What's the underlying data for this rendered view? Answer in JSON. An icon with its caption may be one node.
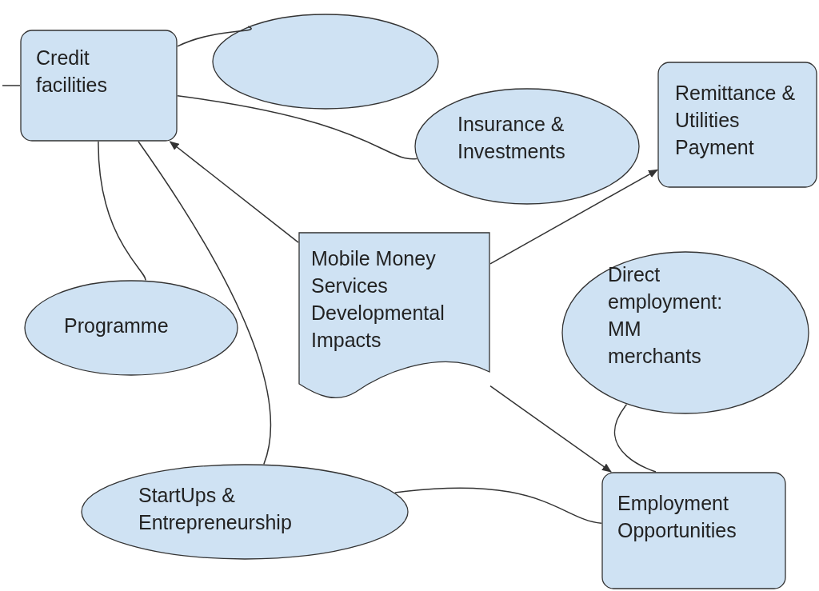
{
  "diagram": {
    "nodes": [
      {
        "text": [
          "Credit facilities"
        ]
      },
      {
        "text": [],
        "shape": "ellipse"
      },
      {
        "text": [
          "Insurance & Investments"
        ]
      },
      {
        "text": [
          "Remittance & Utilities Payment"
        ]
      },
      {
        "text": [
          "Mobile Money Services Developmental Impacts"
        ]
      },
      {
        "text": [
          "Direct employment: MM merchants"
        ]
      },
      {
        "text": [
          "Programme"
        ]
      },
      {
        "text": [
          "StartUps & Entrepreneurship"
        ]
      },
      {
        "text": [
          "Employment Opportunities"
        ]
      }
    ],
    "edges": [
      {
        "from": 0,
        "to": 1,
        "arrow": "none"
      },
      {
        "from": 0,
        "to": 2,
        "arrow": "none"
      },
      {
        "from": 0,
        "to": 6,
        "arrow": "none"
      },
      {
        "from": 0,
        "to": 7,
        "arrow": "none"
      },
      {
        "from": null,
        "to": 0,
        "arrow": "none"
      },
      {
        "from": 4,
        "to": 0,
        "arrow": "to"
      },
      {
        "from": 4,
        "to": 3,
        "arrow": "to"
      },
      {
        "from": 4,
        "to": 8,
        "arrow": "to"
      },
      {
        "from": 5,
        "to": 8,
        "arrow": "none"
      },
      {
        "from": 7,
        "to": 8,
        "arrow": "none"
      }
    ]
  }
}
